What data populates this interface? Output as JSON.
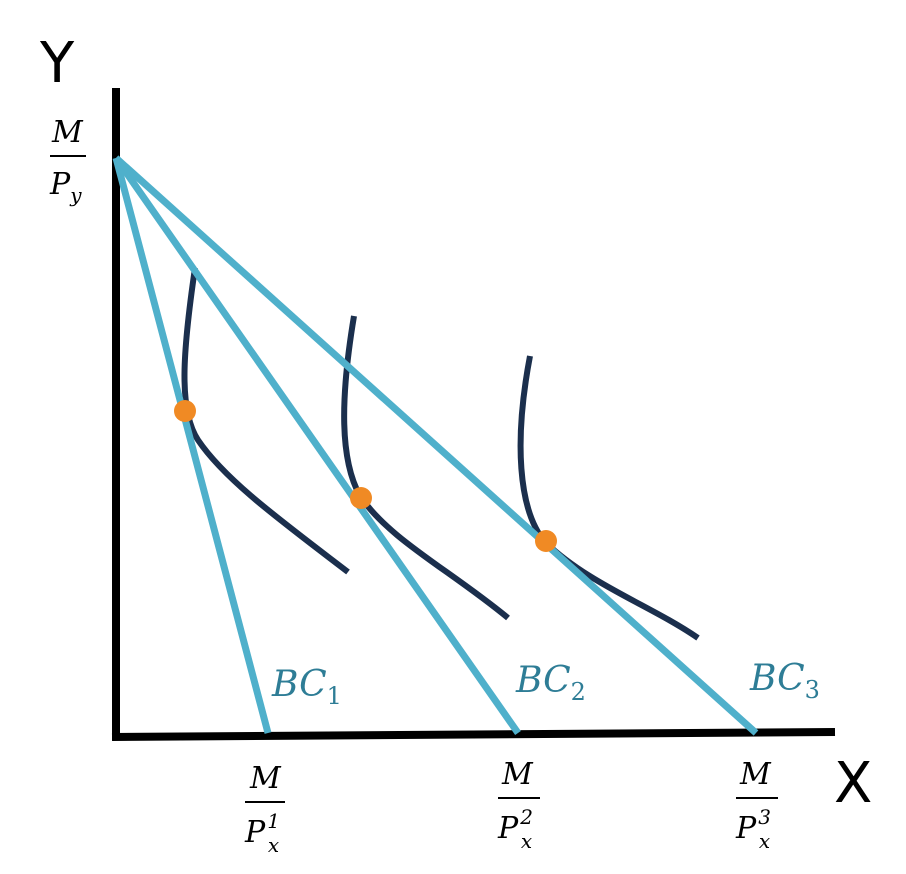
{
  "axes": {
    "y_label": "Y",
    "x_label": "X"
  },
  "y_intercept": {
    "numerator": "M",
    "denominator": "P",
    "sub": "y",
    "sup": ""
  },
  "x_intercepts": [
    {
      "numerator": "M",
      "denominator": "P",
      "sub": "x",
      "sup": "1"
    },
    {
      "numerator": "M",
      "denominator": "P",
      "sub": "x",
      "sup": "2"
    },
    {
      "numerator": "M",
      "denominator": "P",
      "sub": "x",
      "sup": "3"
    }
  ],
  "budget_lines": [
    {
      "name": "BC",
      "index": "1"
    },
    {
      "name": "BC",
      "index": "2"
    },
    {
      "name": "BC",
      "index": "3"
    }
  ],
  "colors": {
    "budget_line": "#4fb0cb",
    "indifference_curve": "#1b2f4d",
    "tangency_point": "#f08a24",
    "axis": "#000000",
    "label": "#2e7d96"
  }
}
